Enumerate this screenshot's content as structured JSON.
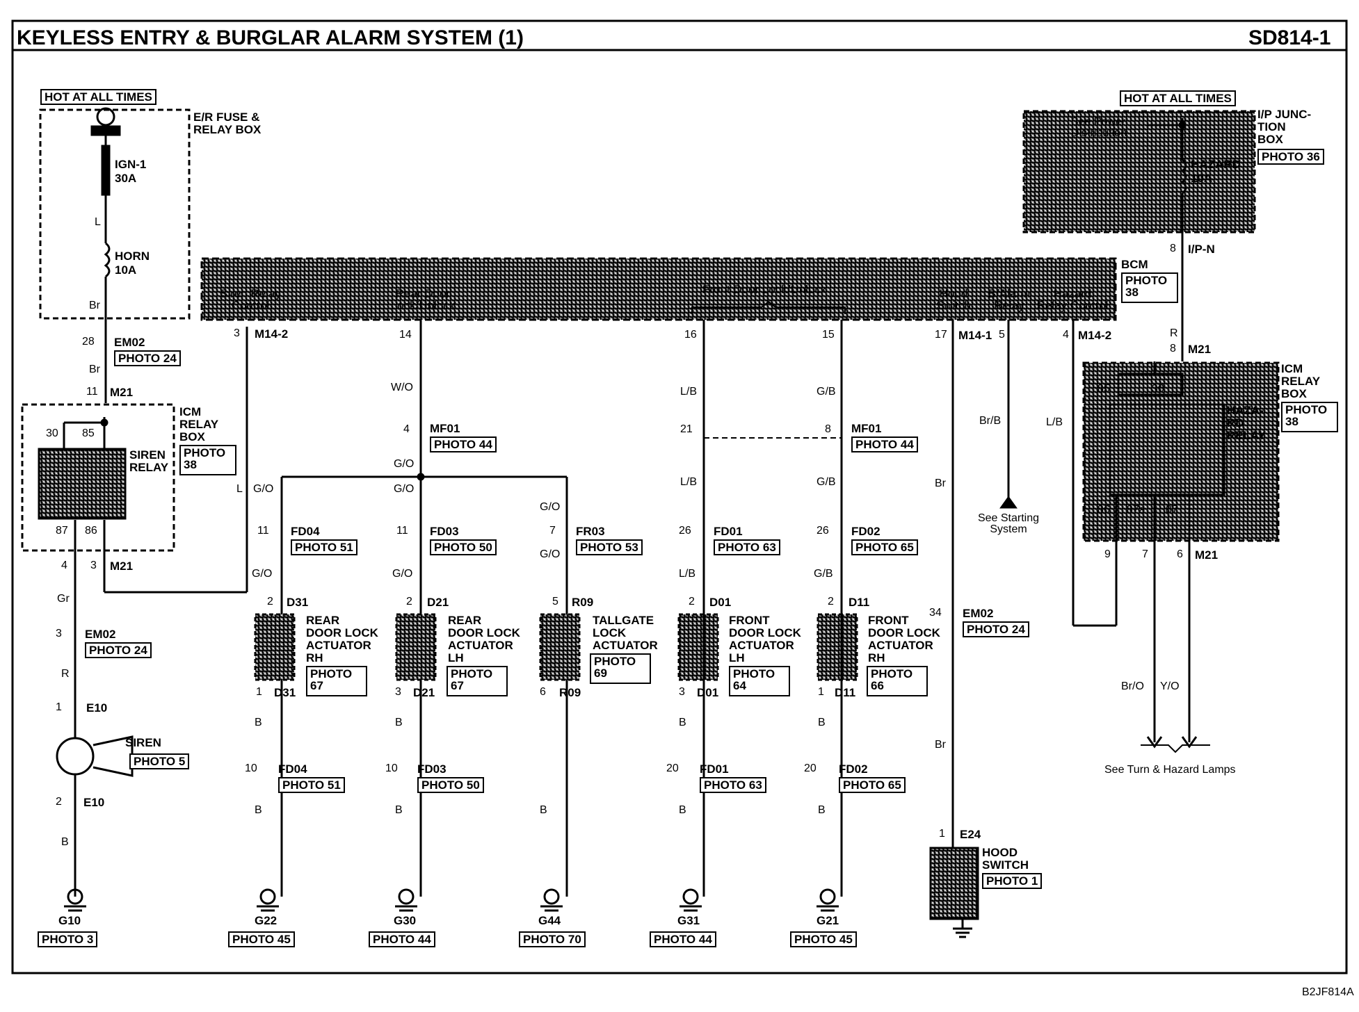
{
  "header": {
    "title": "KEYLESS ENTRY & BURGLAR ALARM SYSTEM (1)",
    "code": "SD814-1"
  },
  "footer_code": "B2JF814A",
  "left_supply": {
    "hot": "HOT AT ALL TIMES",
    "box_line1": "E/R FUSE &",
    "box_line2": "RELAY BOX",
    "fuse1_name": "IGN-1",
    "fuse1_rating": "30A",
    "wire_L": "L",
    "fuse2_name": "HORN",
    "fuse2_rating": "10A",
    "wire_Br": "Br"
  },
  "icm_left": {
    "pin_top": "28",
    "conn_top": "EM02",
    "photo_top": "PHOTO 24",
    "wire_br": "Br",
    "pin_in": "11",
    "conn_in": "M21",
    "name_line1": "ICM",
    "name_line2": "RELAY",
    "name_line3": "BOX",
    "photo": "PHOTO",
    "photo_num": "38",
    "relay_line1": "SIREN",
    "relay_line2": "RELAY",
    "p30": "30",
    "p85": "85",
    "p87": "87",
    "p86": "86",
    "pin4": "4",
    "pin3": "3",
    "conn_out": "M21",
    "wire_L": "L",
    "wire_go": "G/O"
  },
  "siren_branch": {
    "wire_gr": "Gr",
    "pin_em02": "3",
    "conn_em02": "EM02",
    "photo_em02": "PHOTO 24",
    "wire_r": "R",
    "pin_e10a": "1",
    "conn_e10a": "E10",
    "label": "SIREN",
    "photo": "PHOTO 5",
    "pin_e10b": "2",
    "conn_e10b": "E10",
    "wire_b": "B",
    "ground": "G10",
    "ground_photo": "PHOTO 3"
  },
  "bcm": {
    "label": "BCM",
    "photo": "PHOTO",
    "photo_num": "38",
    "siren_ctrl_line1": "Siren Relay",
    "siren_ctrl_line2": "Control",
    "rear_door_line1": "Rear Door",
    "rear_door_line2": "Lock/Unlock",
    "front_door": "Front Door Lock/Unlock",
    "hood_line1": "Hood",
    "hood_line2": "Switch",
    "balarm_line1": "B/Alarm",
    "balarm_line2": "Relay",
    "hazard_line1": "Hazard",
    "hazard_line2": "Relay Control",
    "pin3": "3",
    "conn_m142": "M14-2",
    "pin14": "14",
    "pin16": "16",
    "pin15": "15",
    "pin17": "17",
    "conn_m141": "M14-1",
    "pin5": "5",
    "pin4": "4",
    "conn_m142b": "M14-2"
  },
  "rear_doors": {
    "wire_wo": "W/O",
    "pin_mf01": "4",
    "conn_mf01": "MF01",
    "photo_mf01": "PHOTO 44",
    "wire_go": "G/O",
    "rh": {
      "pin_fd": "11",
      "conn_fd": "FD04",
      "photo_fd": "PHOTO 51",
      "wire": "G/O",
      "pin_top": "2",
      "conn": "D31",
      "name1": "REAR",
      "name2": "DOOR LOCK",
      "name3": "ACTUATOR",
      "name4": "RH",
      "photo": "PHOTO",
      "photo_num": "67",
      "pin_bot": "1",
      "conn_bot": "D31",
      "wire_b": "B",
      "pin_fd2": "10",
      "conn_fd2": "FD04",
      "photo_fd2": "PHOTO 51",
      "ground": "G22",
      "ground_photo": "PHOTO 45"
    },
    "lh": {
      "pin_fd": "11",
      "conn_fd": "FD03",
      "photo_fd": "PHOTO 50",
      "wire": "G/O",
      "pin_top": "2",
      "conn": "D21",
      "name1": "REAR",
      "name2": "DOOR LOCK",
      "name3": "ACTUATOR",
      "name4": "LH",
      "photo": "PHOTO",
      "photo_num": "67",
      "pin_bot": "3",
      "conn_bot": "D21",
      "wire_b": "B",
      "pin_fd2": "10",
      "conn_fd2": "FD03",
      "photo_fd2": "PHOTO 50",
      "ground": "G30",
      "ground_photo": "PHOTO 44"
    },
    "tg": {
      "wire_top": "G/O",
      "pin_fr": "7",
      "conn_fr": "FR03",
      "photo_fr": "PHOTO 53",
      "wire": "G/O",
      "pin_top": "5",
      "conn": "R09",
      "name1": "TALLGATE",
      "name2": "LOCK",
      "name3": "ACTUATOR",
      "photo": "PHOTO",
      "photo_num": "69",
      "pin_bot": "6",
      "conn_bot": "R09",
      "wire_b": "B",
      "ground": "G44",
      "ground_photo": "PHOTO 70"
    }
  },
  "front_doors": {
    "lh": {
      "wire1": "L/B",
      "pin_mf": "21",
      "wire2": "L/B",
      "pin_fd": "26",
      "conn_fd": "FD01",
      "photo_fd": "PHOTO 63",
      "wire3": "L/B",
      "pin_top": "2",
      "conn": "D01",
      "name1": "FRONT",
      "name2": "DOOR LOCK",
      "name3": "ACTUATOR",
      "name4": "LH",
      "photo": "PHOTO",
      "photo_num": "64",
      "pin_bot": "3",
      "conn_bot": "D01",
      "wire_b": "B",
      "pin_fd2": "20",
      "conn_fd2": "FD01",
      "photo_fd2": "PHOTO 63",
      "ground": "G31",
      "ground_photo": "PHOTO 44"
    },
    "rh": {
      "wire1": "G/B",
      "pin_mf": "8",
      "conn_mf": "MF01",
      "photo_mf": "PHOTO 44",
      "wire2": "G/B",
      "pin_fd": "26",
      "conn_fd": "FD02",
      "photo_fd": "PHOTO 65",
      "wire3": "G/B",
      "pin_top": "2",
      "conn": "D11",
      "name1": "FRONT",
      "name2": "DOOR LOCK",
      "name3": "ACTUATOR",
      "name4": "RH",
      "photo": "PHOTO",
      "photo_num": "66",
      "pin_bot": "1",
      "conn_bot": "D11",
      "wire_b": "B",
      "pin_fd2": "20",
      "conn_fd2": "FD02",
      "photo_fd2": "PHOTO 65",
      "ground": "G21",
      "ground_photo": "PHOTO 45"
    }
  },
  "hood": {
    "wire1": "Br",
    "pin_em": "34",
    "conn_em": "EM02",
    "photo_em": "PHOTO 24",
    "wire2": "Br",
    "pin": "1",
    "conn": "E24",
    "name1": "HOOD",
    "name2": "SWITCH",
    "photo": "PHOTO 1"
  },
  "starting": {
    "wire": "Br/B",
    "line1": "See Starting",
    "line2": "System"
  },
  "right_supply": {
    "hot": "HOT AT ALL TIMES",
    "box_line1": "I/P JUNC-",
    "box_line2": "TION",
    "box_line3": "BOX",
    "photo": "PHOTO 36",
    "see_line1": "See Power",
    "see_line2": "Distribution",
    "fuse_name": "HAZARD",
    "fuse_rating": "10A",
    "pin8": "8",
    "conn_ipn": "I/P-N",
    "wire_r": "R",
    "pin8b": "8",
    "conn_m21": "M21"
  },
  "icm_right": {
    "name1": "ICM",
    "name2": "RELAY",
    "name3": "BOX",
    "photo": "PHOTO",
    "photo_num": "38",
    "relay1": "HAZA-",
    "relay2": "RD",
    "relay3": "RELAY",
    "p85": "85",
    "p30": "30",
    "p86": "86",
    "p87a": "87a",
    "p87": "87",
    "pin9": "9",
    "pin7": "7",
    "pin6": "6",
    "conn": "M21",
    "wire_lb": "L/B",
    "wire_bro": "Br/O",
    "wire_yo": "Y/O",
    "see": "See Turn & Hazard Lamps"
  }
}
